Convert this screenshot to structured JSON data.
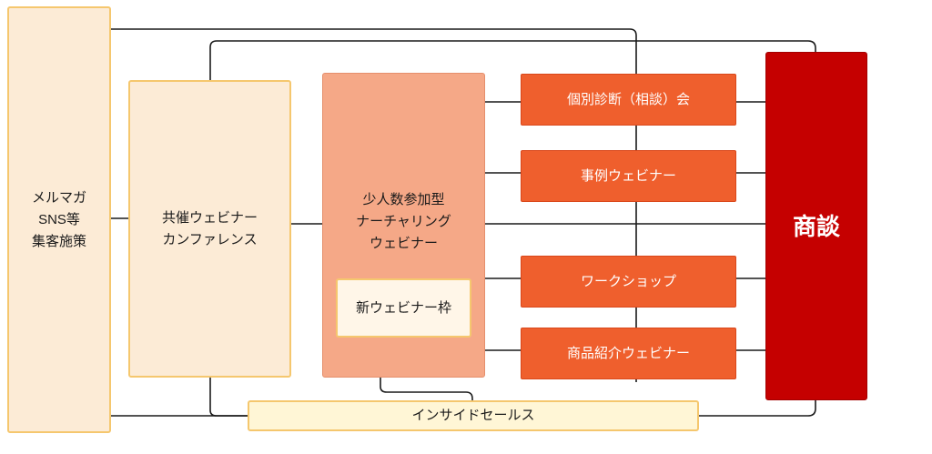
{
  "nodes": {
    "mailmag": "メルマガ\nSNS等\n集客施策",
    "conference": "共催ウェビナー\nカンファレンス",
    "nurturing": "少人数参加型\nナーチャリング\nウェビナー",
    "new_webinar": "新ウェビナー枠",
    "consultation": "個別診断（相談）会",
    "case_webinar": "事例ウェビナー",
    "workshop": "ワークショップ",
    "product_webinar": "商品紹介ウェビナー",
    "deal": "商談",
    "inside_sales": "インサイドセールス"
  },
  "colors": {
    "cream": "#fcebd6",
    "salmon": "#f5a887",
    "orange": "#ef5f2d",
    "red": "#c50000",
    "line": "#1a1a1a"
  }
}
